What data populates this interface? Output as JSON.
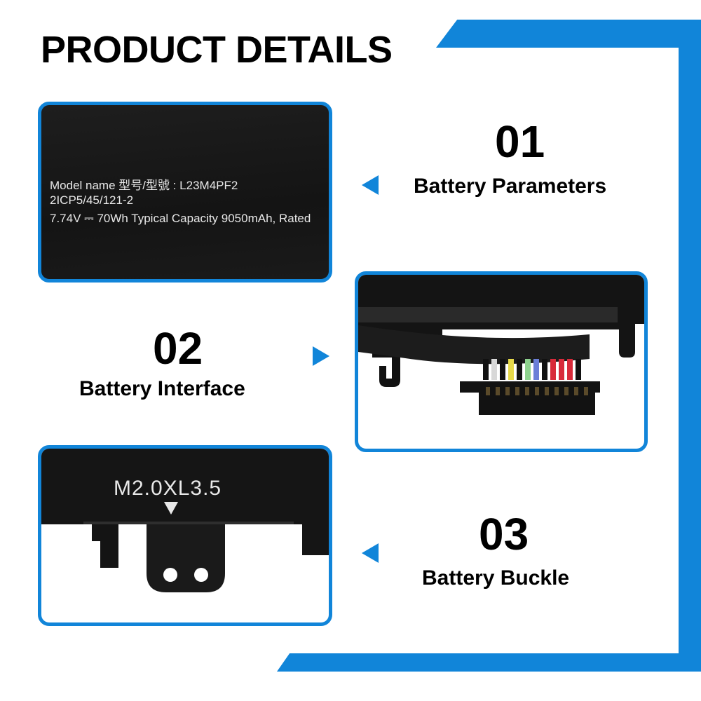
{
  "header": {
    "title": "PRODUCT DETAILS"
  },
  "colors": {
    "accent": "#1185d9",
    "text": "#000000",
    "battery_body": "#1a1a1a"
  },
  "sections": [
    {
      "number": "01",
      "caption": "Battery Parameters",
      "arrow_icon": "triangle-left-icon",
      "label_lines": [
        "Model name 型号/型號 : L23M4PF2",
        "2ICP5/45/121-2",
        "7.74V ⎓ 70Wh Typical Capacity 9050mAh, Rated"
      ]
    },
    {
      "number": "02",
      "caption": "Battery Interface",
      "arrow_icon": "triangle-right-icon"
    },
    {
      "number": "03",
      "caption": "Battery Buckle",
      "arrow_icon": "triangle-left-icon",
      "screw_label": "M2.0XL3.5"
    }
  ]
}
